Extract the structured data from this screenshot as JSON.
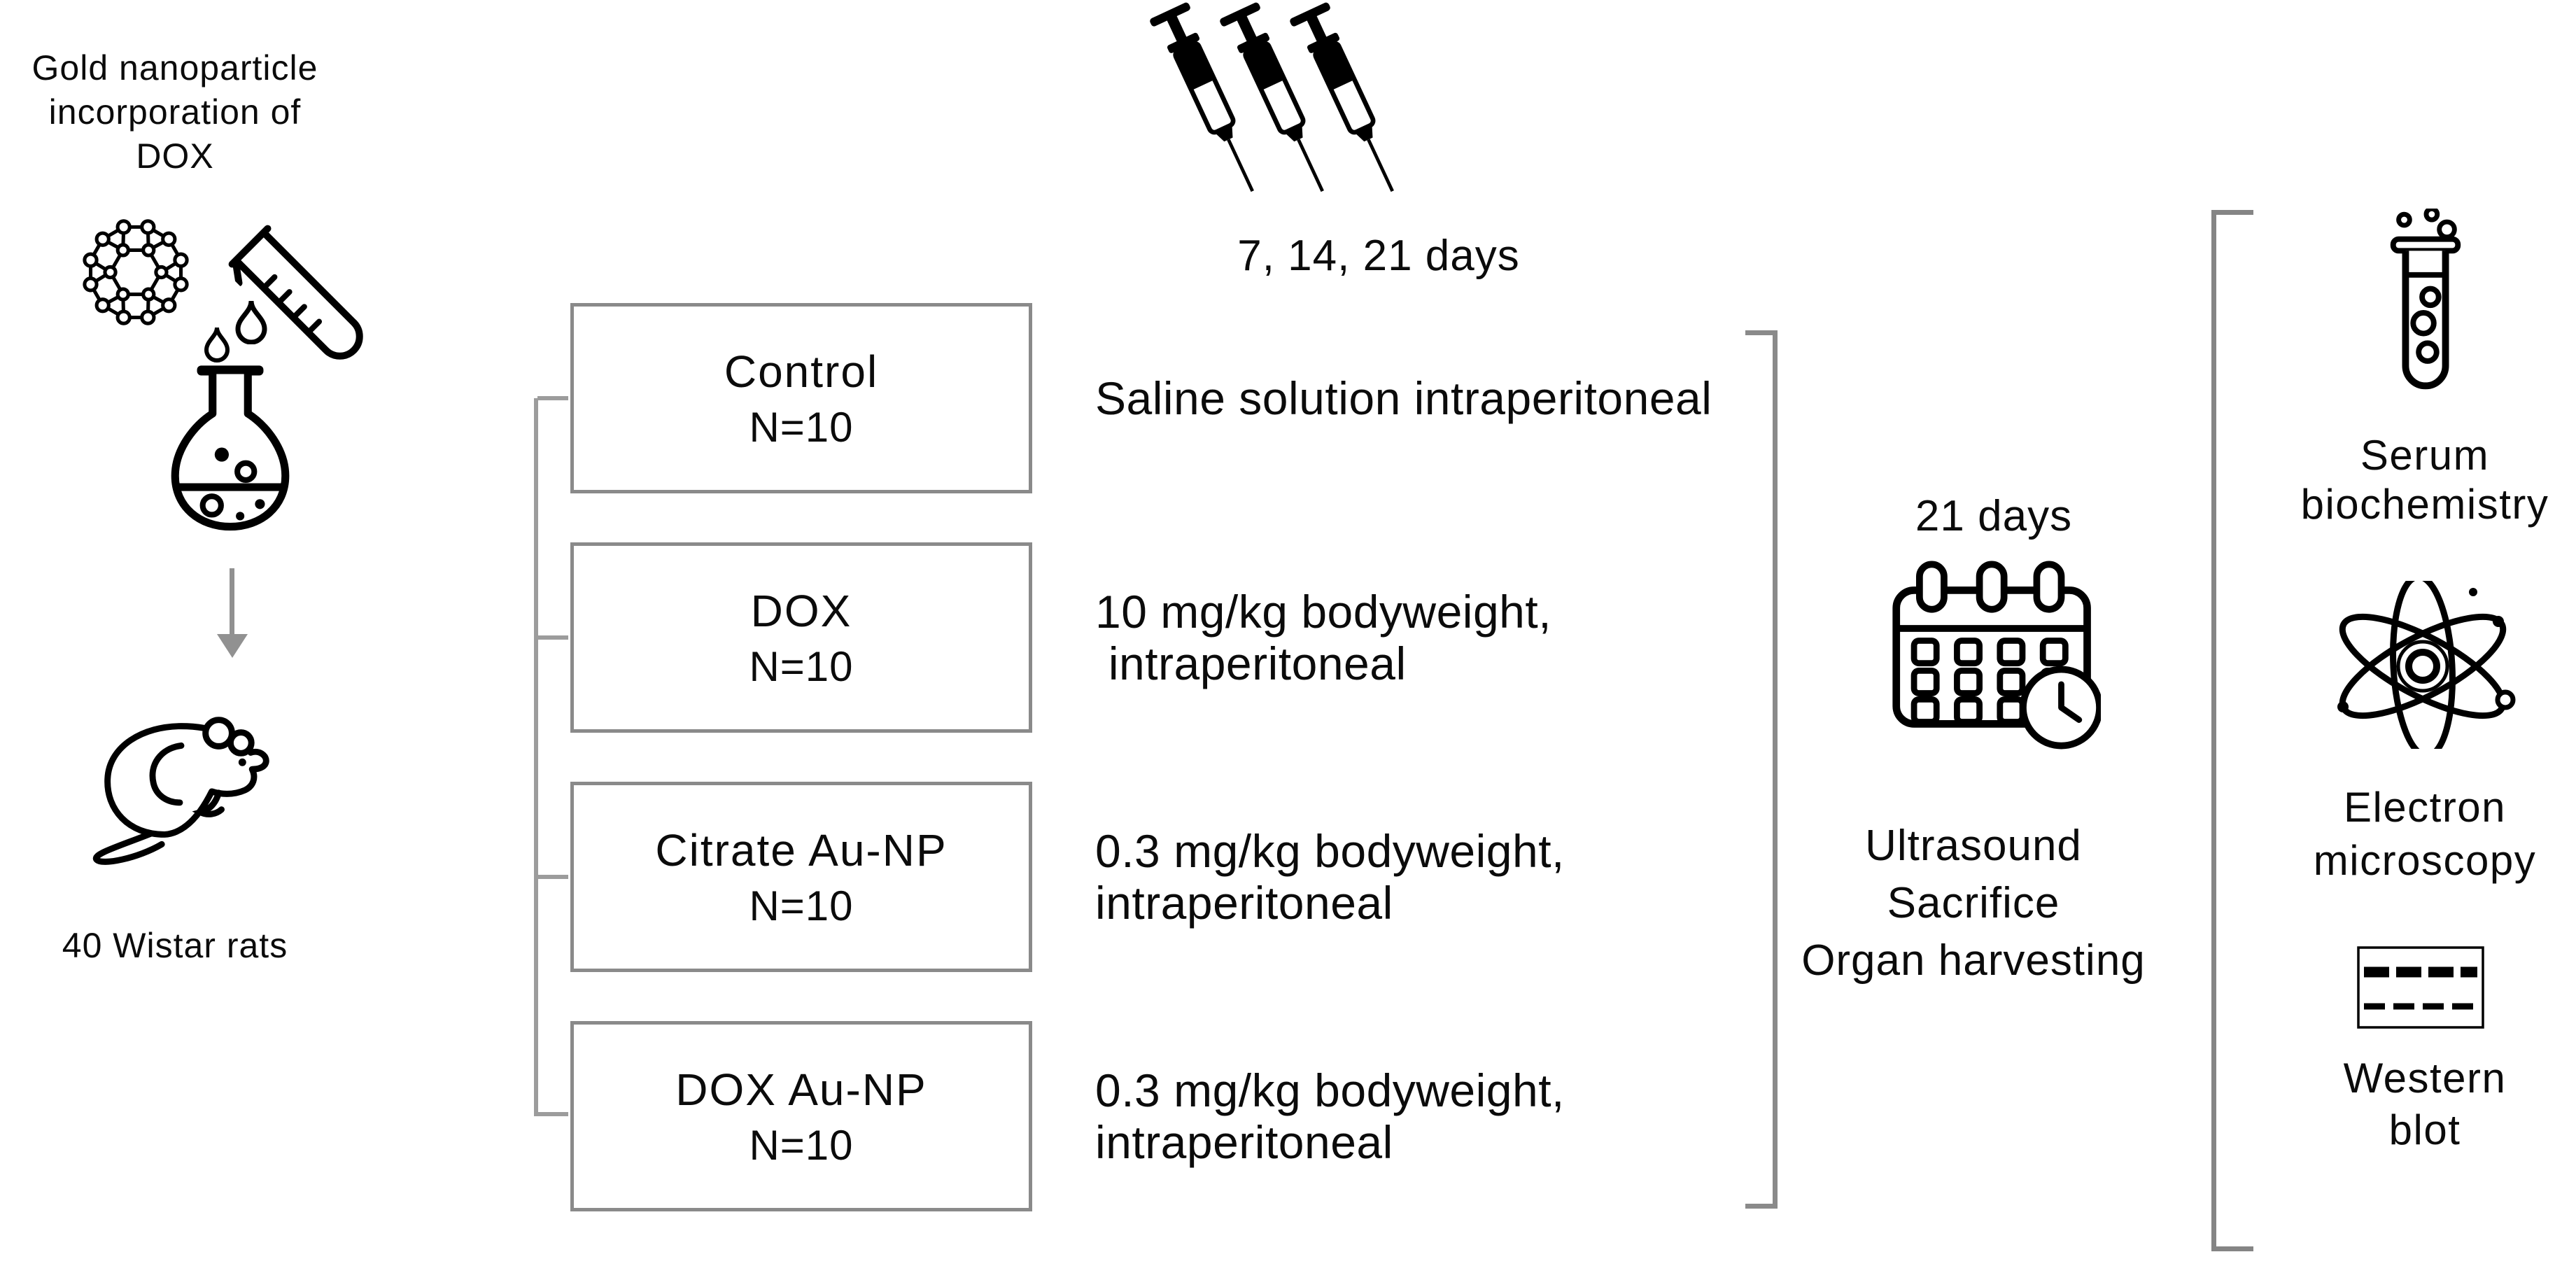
{
  "title": {
    "line1": "Gold nanoparticle",
    "line2": "incorporation of DOX"
  },
  "materials": {
    "subjects": "40 Wistar rats"
  },
  "injection": {
    "schedule": "7, 14, 21 days"
  },
  "groups": [
    {
      "name": "Control",
      "n": "N=10",
      "dose1": "Saline solution intraperitoneal",
      "dose2": ""
    },
    {
      "name": "DOX",
      "n": "N=10",
      "dose1": "10 mg/kg bodyweight,",
      "dose2": " intraperitoneal"
    },
    {
      "name": "Citrate Au-NP",
      "n": "N=10",
      "dose1": "0.3 mg/kg bodyweight,",
      "dose2": "intraperitoneal"
    },
    {
      "name": "DOX Au-NP",
      "n": "N=10",
      "dose1": "0.3 mg/kg bodyweight,",
      "dose2": "intraperitoneal"
    }
  ],
  "endpoint": {
    "time": "21 days",
    "procedures": [
      "Ultrasound",
      "Sacrifice",
      "Organ harvesting"
    ]
  },
  "analyses": [
    {
      "line1": "Serum",
      "line2": "biochemistry",
      "icon": "serum-tube-icon"
    },
    {
      "line1": "Electron",
      "line2": "microscopy",
      "icon": "atom-icon"
    },
    {
      "line1": "Western",
      "line2": "blot",
      "icon": "western-blot-icon"
    }
  ],
  "icons": {
    "preparation": [
      "nanoparticle-icon",
      "pouring-test-tube-icon",
      "flask-icon"
    ],
    "subject": "rat-icon",
    "injection": "syringe-icon",
    "endpoint": "calendar-clock-icon"
  },
  "colors": {
    "ink": "#0b0b0b",
    "box_border": "#8a8a8a",
    "bracket": "#8a8a8a",
    "arrow": "#919191"
  }
}
